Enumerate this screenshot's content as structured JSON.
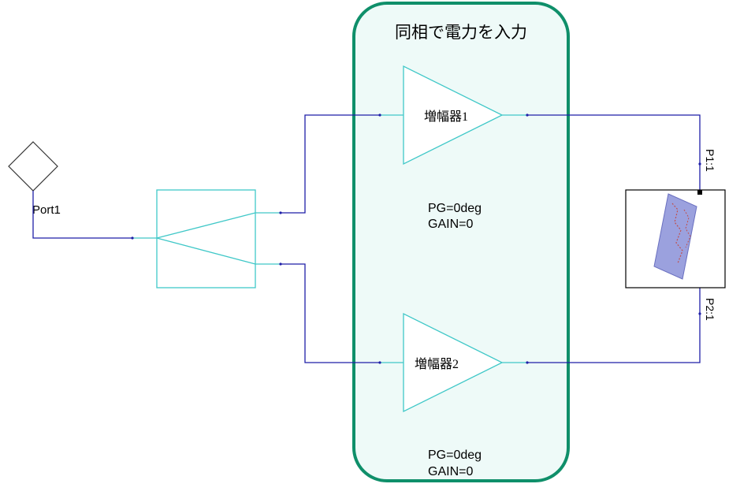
{
  "colors": {
    "wire": "#1f1fa8",
    "component": "#40c8c8",
    "highlight_border": "#0f8f6a",
    "highlight_fill": "#eefaf8",
    "load_box": "#000000",
    "antenna_fill": "#8a90d8",
    "antenna_trace": "#c0504d"
  },
  "diagram": {
    "highlight_label": "同相で電力を入力",
    "port": {
      "label": "Port1",
      "icon": "diamond-port-icon"
    },
    "splitter": {
      "icon": "power-divider-icon"
    },
    "amplifiers": [
      {
        "label": "増幅器1",
        "params": [
          "PG=0deg",
          "GAIN=0"
        ]
      },
      {
        "label": "増幅器2",
        "params": [
          "PG=0deg",
          "GAIN=0"
        ]
      }
    ],
    "load": {
      "icon": "antenna-element-icon",
      "pin_top": "P1:1",
      "pin_bottom": "P2:1"
    }
  }
}
